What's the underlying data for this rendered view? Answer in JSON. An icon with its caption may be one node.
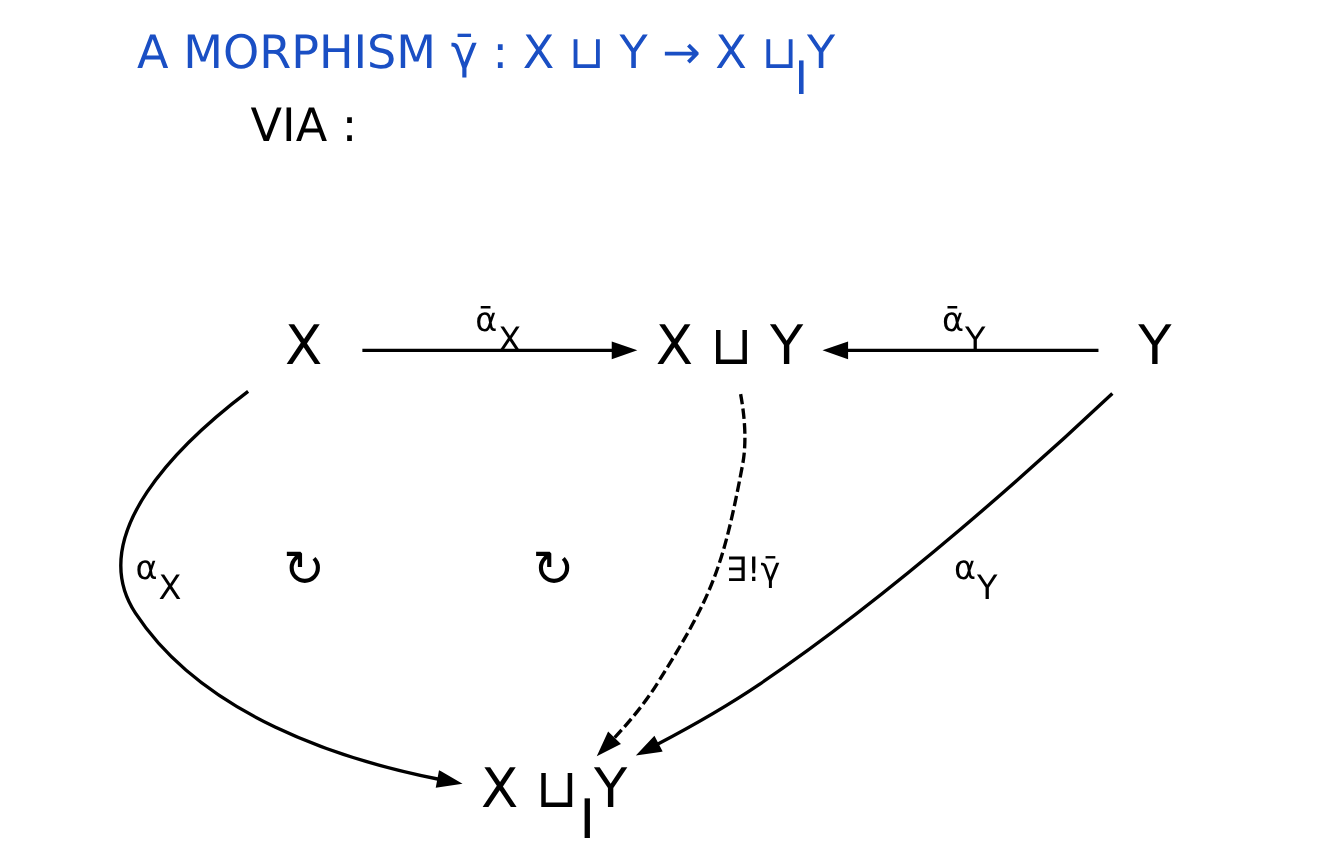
{
  "diagram": {
    "title": "A MORPHISM γ̄ : X ⊔ Y → X ⊔$_{I}$Y",
    "nodes": [
      {
        "text": [
          "X"
        ]
      },
      {
        "text": [
          "X ⊔ Y"
        ]
      },
      {
        "text": [
          "Y"
        ]
      },
      {
        "text": [
          "X ⊔$_{I}$Y"
        ]
      }
    ],
    "edges": [
      {
        "from": 0,
        "to": 1,
        "arrow": "to",
        "label": "ᾱ$_{X}$"
      },
      {
        "from": 2,
        "to": 1,
        "arrow": "to",
        "label": "ᾱ$_{Y}$"
      },
      {
        "from": 0,
        "to": 3,
        "arrow": "to",
        "label": "α$_{X}$"
      },
      {
        "from": 1,
        "to": 3,
        "arrow": "to",
        "label": "∃!γ̄",
        "style": "dashed"
      },
      {
        "from": 2,
        "to": 3,
        "arrow": "to",
        "label": "α$_{Y}$"
      }
    ],
    "labels": [
      "VIA :",
      "↻",
      "↻"
    ]
  }
}
